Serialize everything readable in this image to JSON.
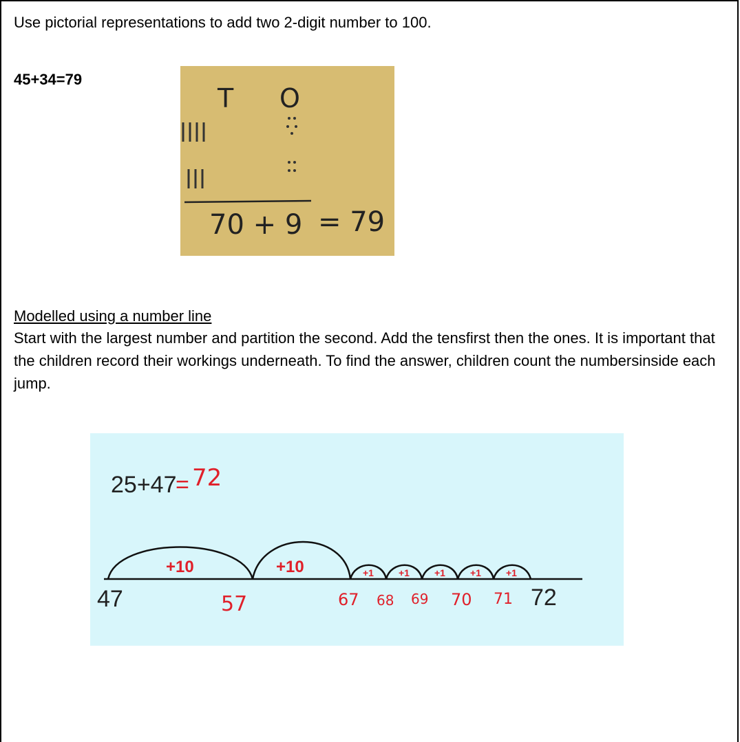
{
  "heading": "Use pictorial representations to add two 2-digit number to 100.",
  "equation": "45+34=79",
  "tens_ones_photo": {
    "tens_label": "T",
    "ones_label": "O",
    "total": "70 + 9",
    "equals": "= 79",
    "background": "#dcc27a"
  },
  "number_line_section": {
    "title": "Modelled using a number line",
    "description": "Start with the largest number and partition the second. Add the tensfirst then the ones. It is important that the children record their workings underneath. To find the answer, children count the numbersinside each jump."
  },
  "number_line_figure": {
    "background": "#d8f6fb",
    "sum_text": "25+47",
    "equals": "=",
    "answer": "72",
    "jumps": [
      "+10",
      "+10",
      "+1",
      "+1",
      "+1",
      "+1",
      "+1"
    ],
    "points": [
      "47",
      "57",
      "67",
      "68",
      "69",
      "70",
      "71",
      "72"
    ],
    "ink_red": "#e0202a"
  }
}
